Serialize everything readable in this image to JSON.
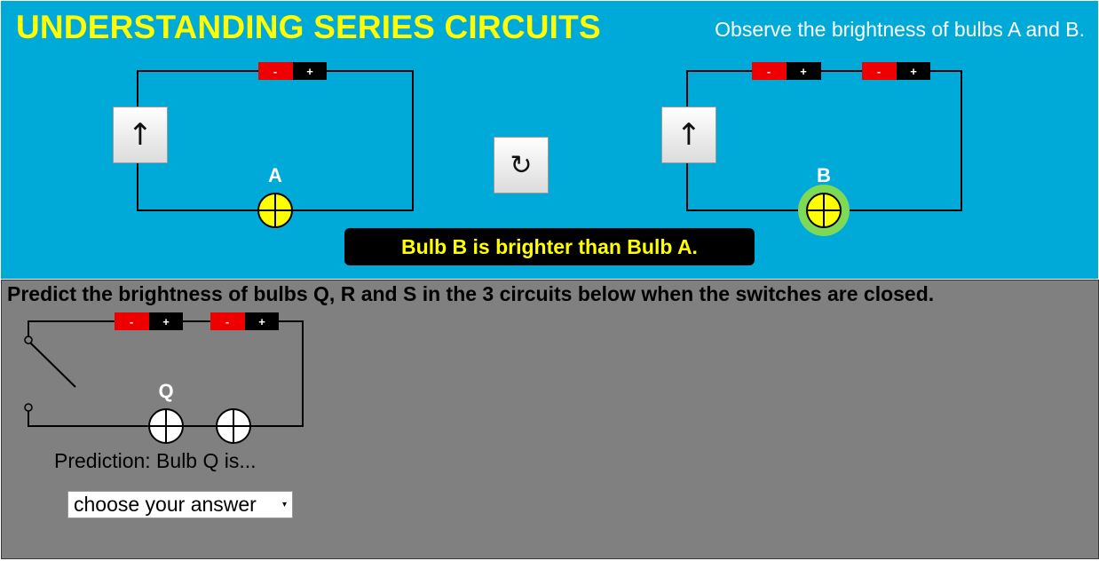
{
  "header": {
    "title": "UNDERSTANDING SERIES CIRCUITS",
    "instruction": "Observe the brightness of bulbs A and B."
  },
  "battery": {
    "negative_label": "-",
    "positive_label": "+"
  },
  "demo": {
    "circuit_a": {
      "bulb_label": "A",
      "switch_symbol": "↑",
      "battery_count": 1
    },
    "circuit_b": {
      "bulb_label": "B",
      "switch_symbol": "↑",
      "battery_count": 2
    },
    "reset_symbol": "↻",
    "result_text": "Bulb B is brighter than Bulb A."
  },
  "prediction": {
    "question": "Predict the brightness of bulbs Q, R and S in the 3 circuits below when the switches are closed.",
    "bulb_label": "Q",
    "label": "Prediction: Bulb Q is...",
    "select_value": "choose your answer",
    "caret_symbol": "▾"
  },
  "colors": {
    "top_panel": "#00aad8",
    "bottom_panel": "#808080",
    "title": "#ffff00",
    "battery_negative": "#ee0000",
    "battery_positive": "#000000",
    "bulb_lit": "#ffff00",
    "bulb_glow": "#7ed957",
    "bulb_off": "#ffffff",
    "result_background": "#000000",
    "result_text": "#ffff00"
  }
}
